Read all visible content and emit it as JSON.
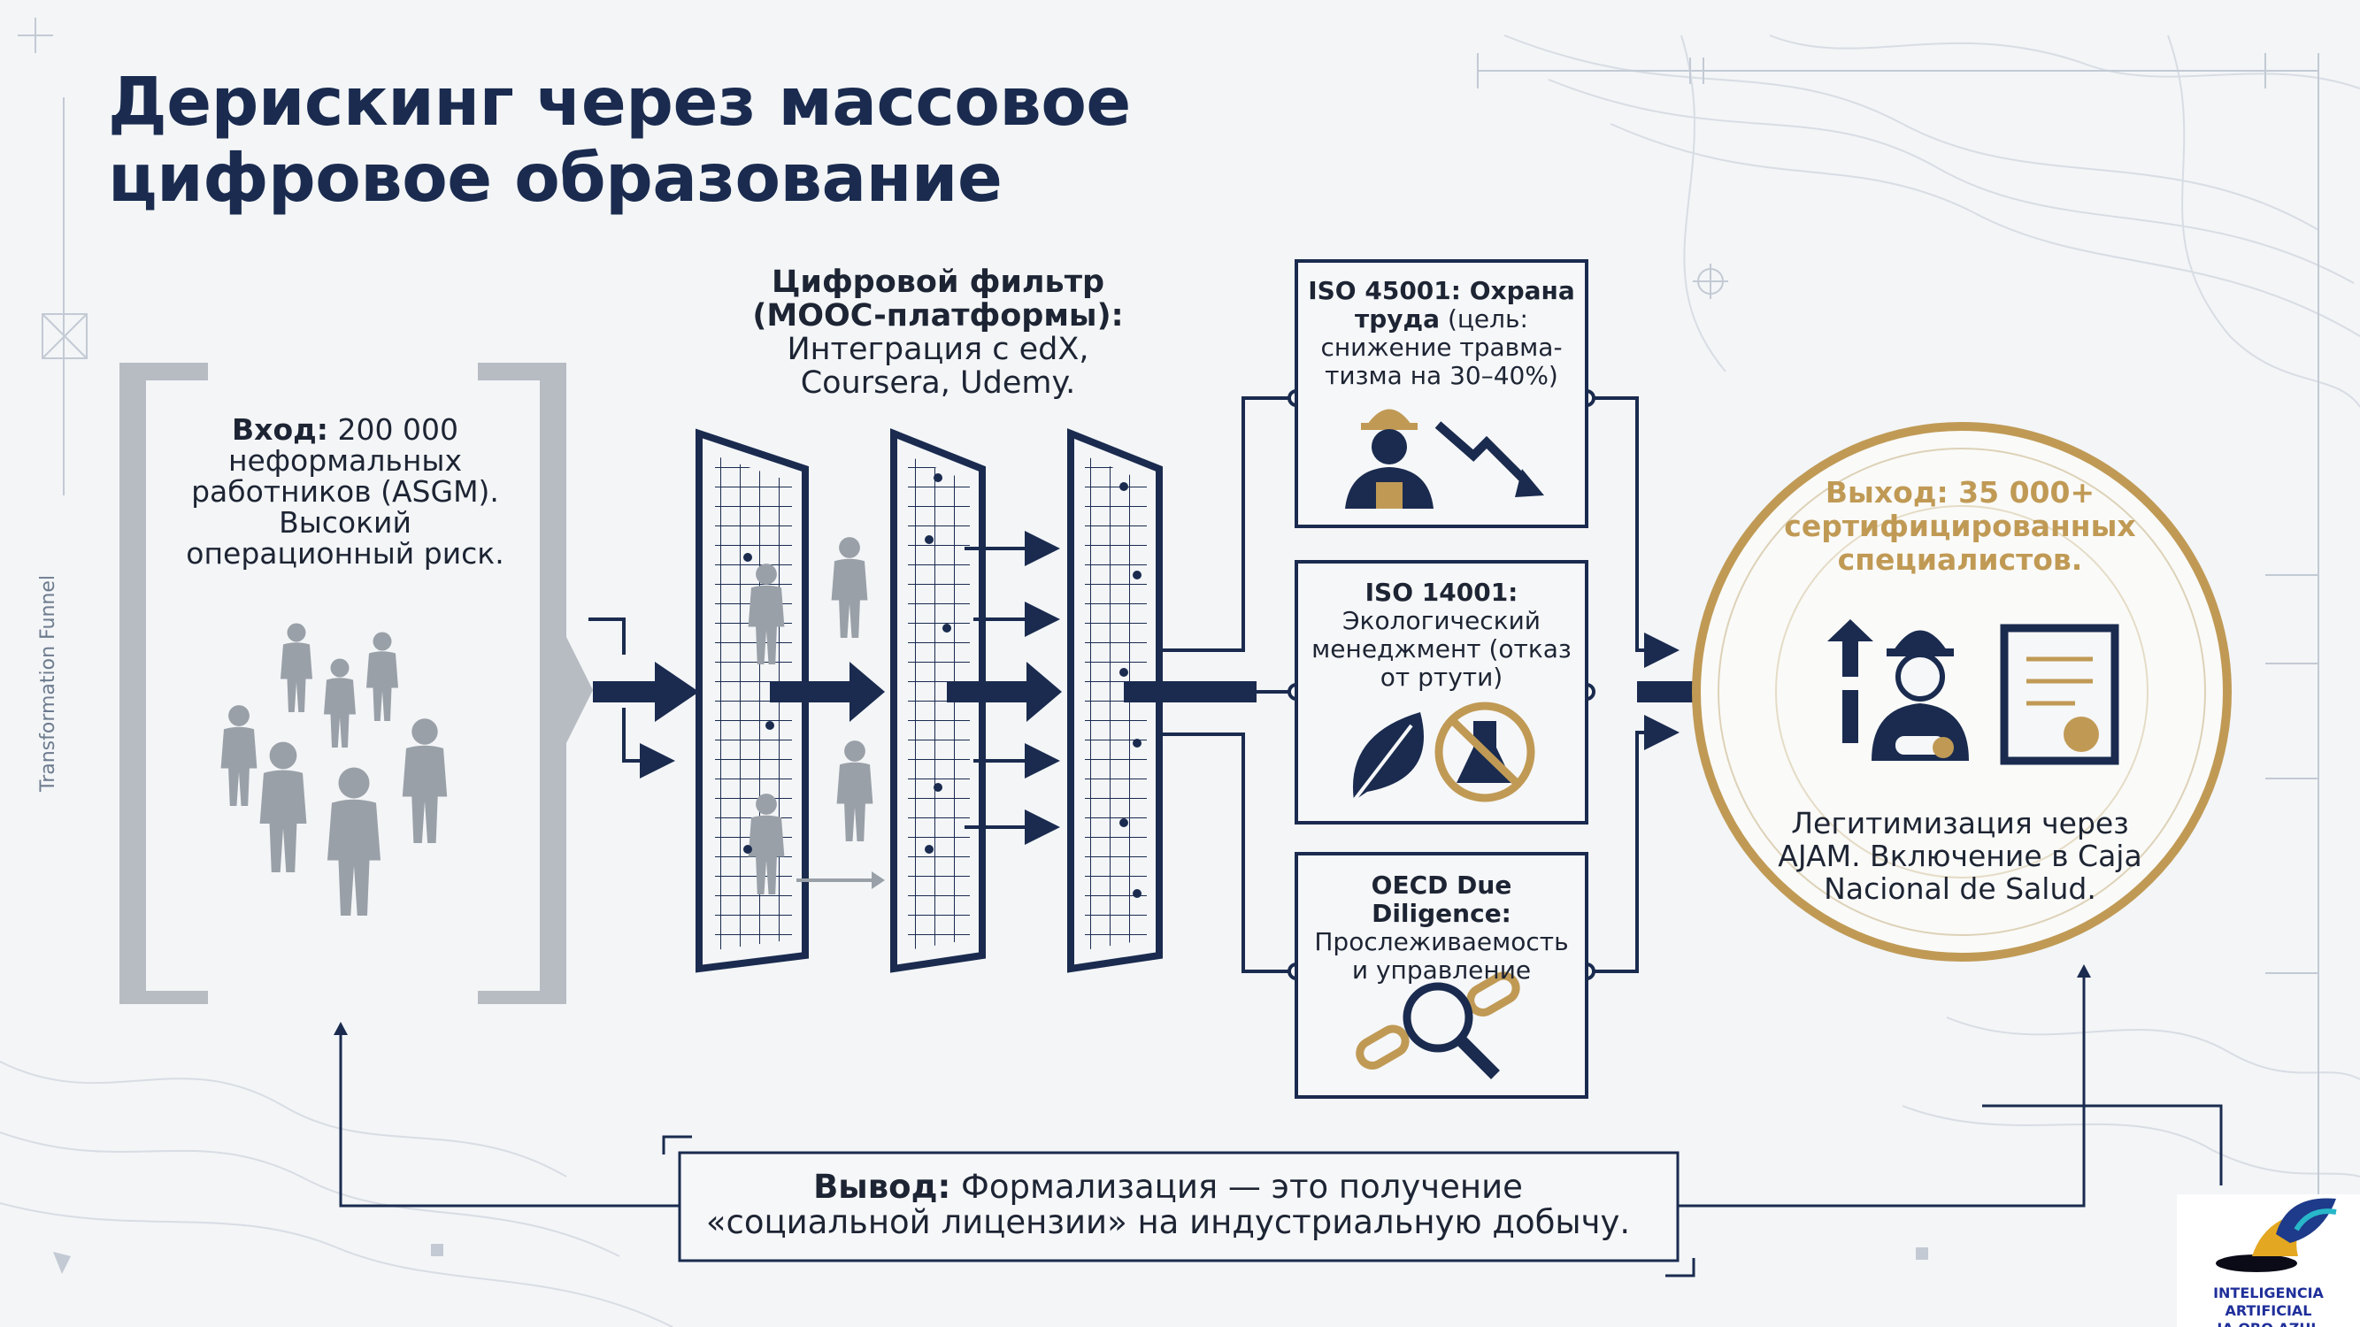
{
  "title": {
    "line1": "Дерискинг через массовое",
    "line2": "цифровое образование"
  },
  "side_label": "Transformation Funnel",
  "input": {
    "label": "Вход:",
    "text": "200 000 неформальных работников (ASGM). Высокий операционный риск."
  },
  "filter": {
    "label_line1": "Цифровой фильтр",
    "label_line2": "(MOOC-платформы):",
    "text": "Интеграция с edX, Coursera, Udemy."
  },
  "boxes": [
    {
      "bold": "ISO 45001: Охрана труда",
      "text": "(цель: снижение травма-тизма на 30–40%)",
      "icon": "worker-with-downtrend-icon"
    },
    {
      "bold": "ISO 14001:",
      "text": "Экологический менеджмент (отказ от ртути)",
      "icon": "leaf-no-mercury-icon"
    },
    {
      "bold": "OECD Due Diligence:",
      "text": "Прослеживаемость и управление",
      "icon": "chain-magnifier-icon"
    }
  ],
  "output": {
    "title": "Выход: 35 000+ сертифицированных специалистов.",
    "text": "Легитимизация через AJAM. Включение в Caja Nacional de Salud."
  },
  "conclusion": {
    "label": "Вывод:",
    "text": "Формализация — это получение «социальной лицензии» на индустриальную добычу."
  },
  "logo": {
    "line1": "INTELIGENCIA ARTIFICIAL",
    "line2": "IA ORO AZUL"
  },
  "colors": {
    "navy": "#1a2b4f",
    "gold": "#c09a55",
    "gray": "#9aa0a8"
  }
}
